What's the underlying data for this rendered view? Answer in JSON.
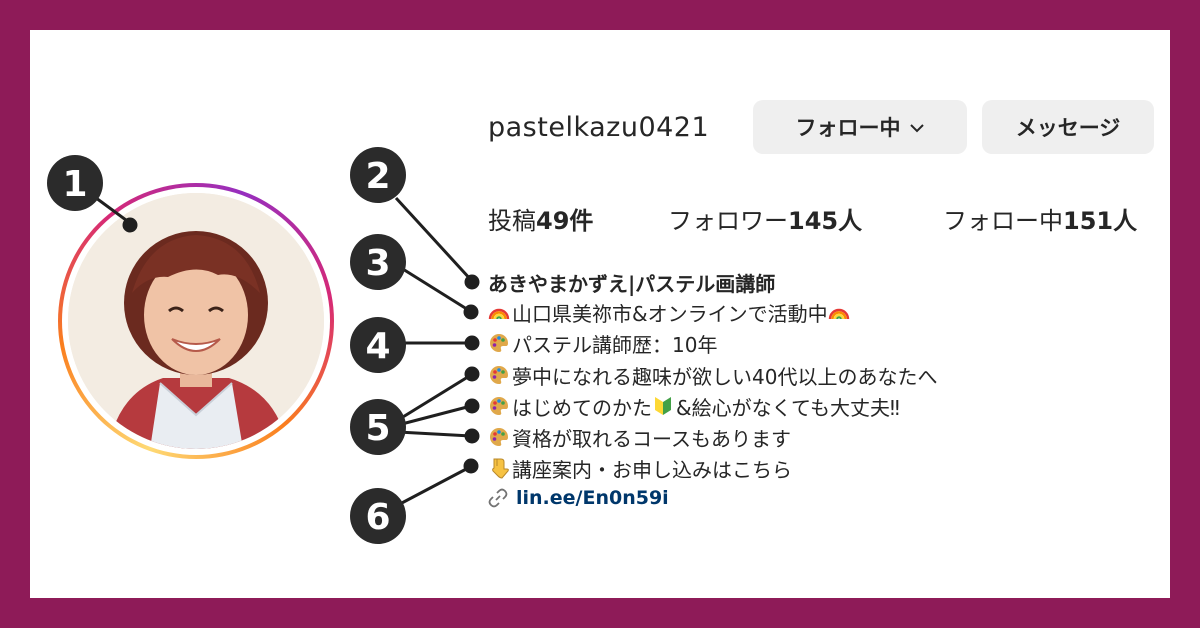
{
  "profile": {
    "username": "pastelkazu0421",
    "follow_button_label": "フォロー中",
    "message_button_label": "メッセージ"
  },
  "stats": {
    "posts_label": "投稿",
    "posts_count": "49件",
    "followers_label": "フォロワー",
    "followers_count": "145人",
    "following_label": "フォロー中",
    "following_count": "151人"
  },
  "bio": {
    "name": "あきやまかずえ|パステル画講師",
    "lines": [
      "山口県美祢市&オンラインで活動中",
      "パステル講師歴：10年",
      "夢中になれる趣味が欲しい40代以上のあなたへ",
      "はじめてのかた",
      "&絵心がなくても大丈夫‼",
      "資格が取れるコースもあります",
      "講座案内・お申し込みはこちら"
    ],
    "link": "lin.ee/En0n59i"
  },
  "icons": {
    "rainbow": "rainbow-icon",
    "palette": "palette-icon",
    "beginner": "beginner-mark-icon",
    "pointing": "pointing-down-icon",
    "link": "link-icon",
    "chevron": "chevron-down-icon"
  },
  "annotations": [
    "1",
    "2",
    "3",
    "4",
    "5",
    "6"
  ],
  "colors": {
    "frame": "#8e1b58",
    "button_bg": "#efefef",
    "link": "#00376b"
  }
}
